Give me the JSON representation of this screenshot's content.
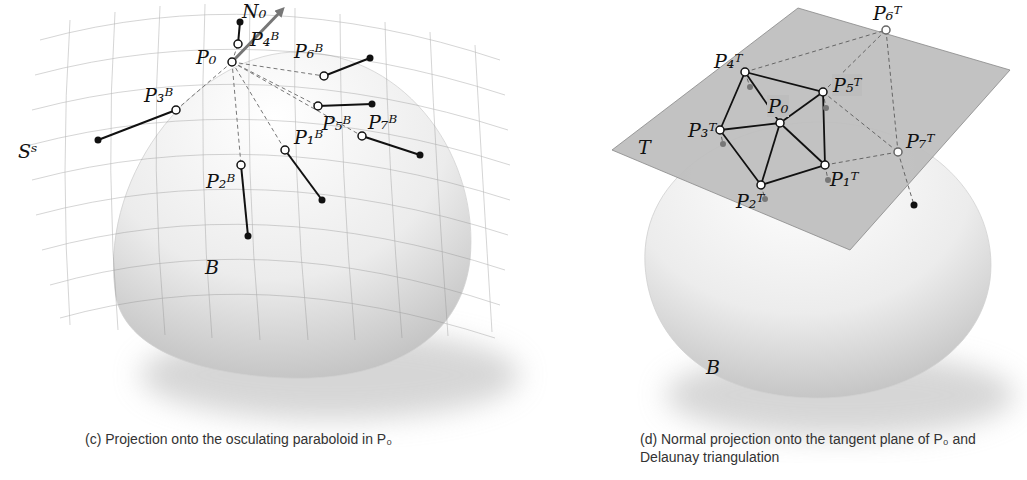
{
  "diagram": {
    "labels": [
      "N₀",
      "P₀",
      "P₄ᴮ",
      "P₆ᴮ",
      "P₃ᴮ",
      "P₅ᴮ",
      "Sˢ",
      "P₇ᴮ",
      "P₁ᴮ",
      "P₂ᴮ",
      "B",
      "(c) Projection onto the osculating paraboloid in P₀",
      "P₆ᵀ",
      "P₄ᵀ",
      "P₅ᵀ",
      "P₃ᵀ",
      "P₀",
      "P₇ᵀ",
      "T",
      "P₁ᵀ",
      "P₂ᵀ",
      "B",
      "(d) Normal projection onto the tangent plane of P₀ and Delaunay triangulation"
    ]
  }
}
